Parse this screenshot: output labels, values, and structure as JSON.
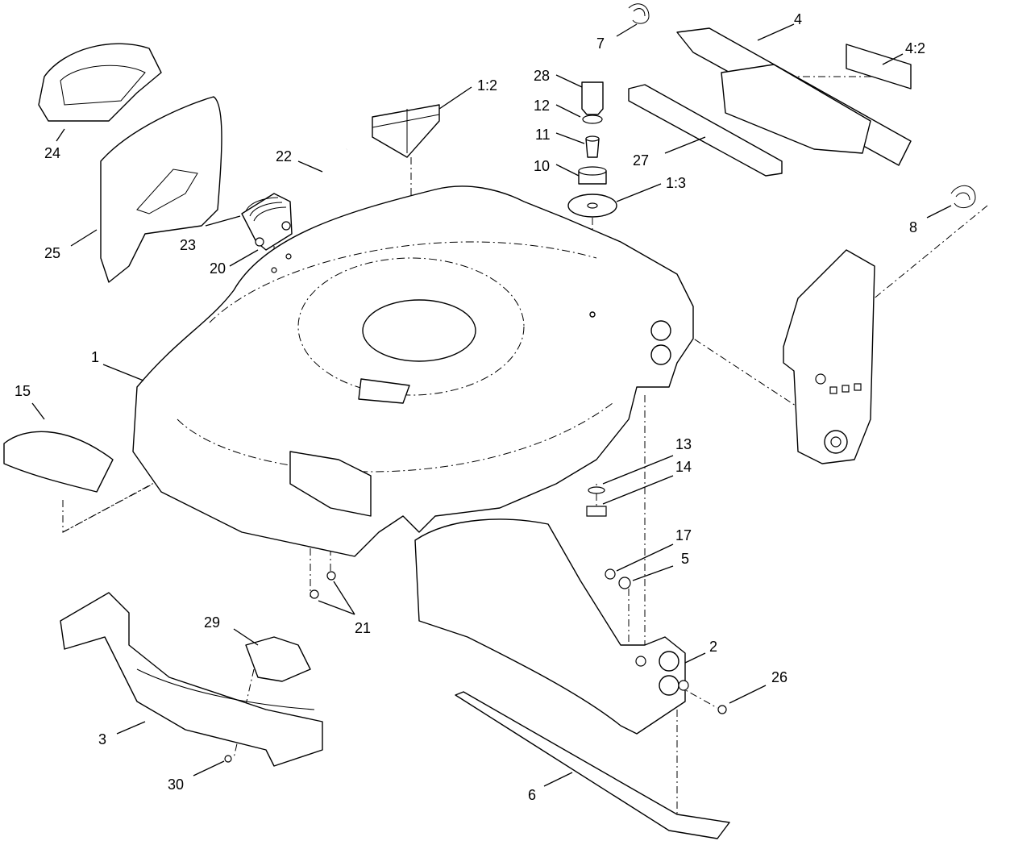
{
  "diagram": {
    "callouts": [
      {
        "id": "c1",
        "label": "1"
      },
      {
        "id": "c1-2",
        "label": "1:2"
      },
      {
        "id": "c1-3",
        "label": "1:3"
      },
      {
        "id": "c2",
        "label": "2"
      },
      {
        "id": "c3",
        "label": "3"
      },
      {
        "id": "c4",
        "label": "4"
      },
      {
        "id": "c4-2",
        "label": "4:2"
      },
      {
        "id": "c5",
        "label": "5"
      },
      {
        "id": "c6",
        "label": "6"
      },
      {
        "id": "c7",
        "label": "7"
      },
      {
        "id": "c8",
        "label": "8"
      },
      {
        "id": "c10",
        "label": "10"
      },
      {
        "id": "c11",
        "label": "11"
      },
      {
        "id": "c12",
        "label": "12"
      },
      {
        "id": "c13",
        "label": "13"
      },
      {
        "id": "c14",
        "label": "14"
      },
      {
        "id": "c15",
        "label": "15"
      },
      {
        "id": "c17",
        "label": "17"
      },
      {
        "id": "c20",
        "label": "20"
      },
      {
        "id": "c21",
        "label": "21"
      },
      {
        "id": "c22",
        "label": "22"
      },
      {
        "id": "c23",
        "label": "23"
      },
      {
        "id": "c24",
        "label": "24"
      },
      {
        "id": "c25",
        "label": "25"
      },
      {
        "id": "c26",
        "label": "26"
      },
      {
        "id": "c27",
        "label": "27"
      },
      {
        "id": "c28",
        "label": "28"
      },
      {
        "id": "c29",
        "label": "29"
      },
      {
        "id": "c30",
        "label": "30"
      }
    ]
  }
}
